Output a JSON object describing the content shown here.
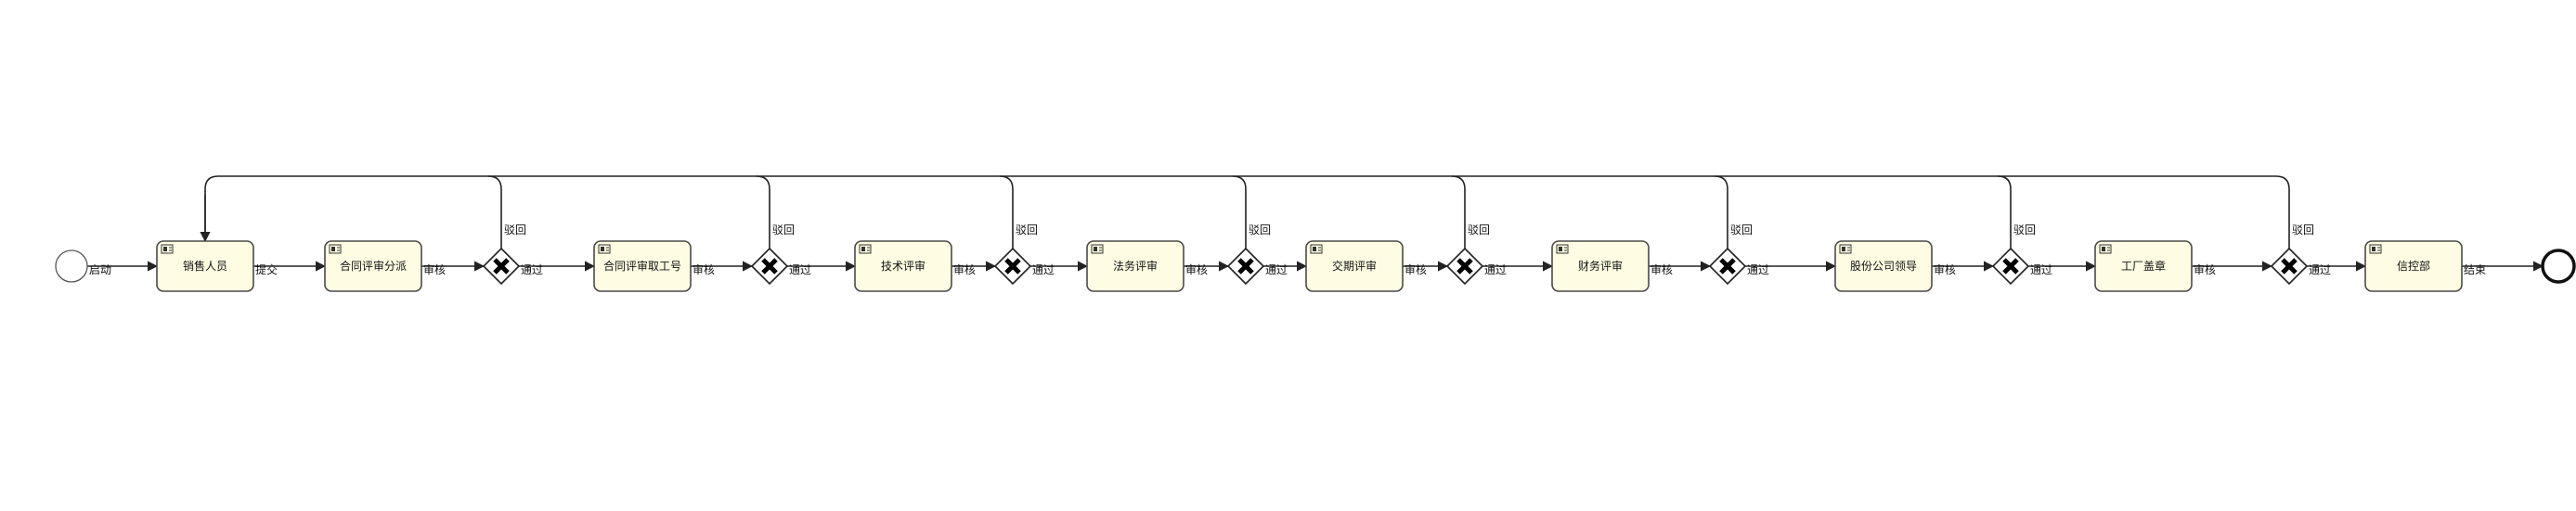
{
  "start_label": "启动",
  "end_label": "结束",
  "tasks": [
    {
      "label": "销售人员",
      "out_label": "提交"
    },
    {
      "label": "合同评审分派",
      "out_label": "审核"
    },
    {
      "label": "合同评审取工号",
      "out_label": "审核"
    },
    {
      "label": "技术评审",
      "out_label": "审核"
    },
    {
      "label": "法务评审",
      "out_label": "审核"
    },
    {
      "label": "交期评审",
      "out_label": "审核"
    },
    {
      "label": "财务评审",
      "out_label": "审核"
    },
    {
      "label": "股份公司领导",
      "out_label": "审核"
    },
    {
      "label": "工厂盖章",
      "out_label": "审核"
    },
    {
      "label": "信控部",
      "out_label": ""
    }
  ],
  "gateway": {
    "pass_label": "通过",
    "reject_label": "驳回"
  },
  "gateway_count": 8
}
